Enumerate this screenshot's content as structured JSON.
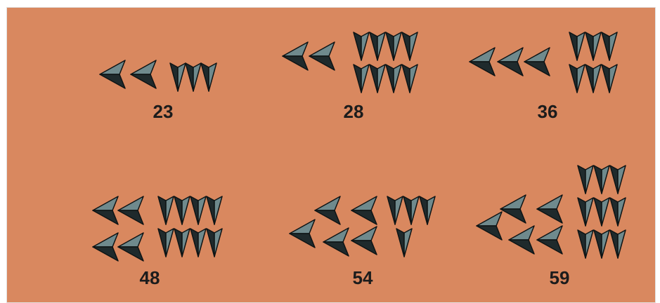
{
  "colors": {
    "background": "#d9885f",
    "page": "#ffffff",
    "glyph_dark": "#1f2a2c",
    "glyph_light": "#6f8a8d",
    "glyph_outline": "#0e1415",
    "label": "#1c1c1c"
  },
  "icons": {
    "tens": "corner-wedge-icon",
    "ones": "vertical-wedge-icon"
  },
  "numerals": [
    {
      "value": 23,
      "label": "23",
      "tens": 2,
      "ones": 3
    },
    {
      "value": 28,
      "label": "28",
      "tens": 2,
      "ones": 8
    },
    {
      "value": 36,
      "label": "36",
      "tens": 3,
      "ones": 6
    },
    {
      "value": 48,
      "label": "48",
      "tens": 4,
      "ones": 8
    },
    {
      "value": 54,
      "label": "54",
      "tens": 5,
      "ones": 4
    },
    {
      "value": 59,
      "label": "59",
      "tens": 5,
      "ones": 9
    }
  ]
}
